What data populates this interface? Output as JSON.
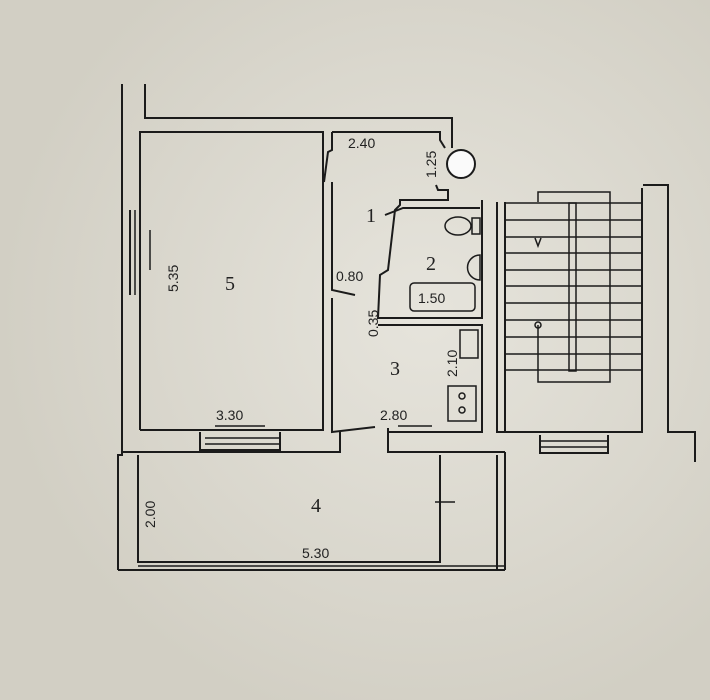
{
  "rooms": [
    {
      "number": "1"
    },
    {
      "number": "2"
    },
    {
      "number": "3"
    },
    {
      "number": "4"
    },
    {
      "number": "5"
    }
  ],
  "dimensions": {
    "room1_width": "2.40",
    "room1_depth": "1.25",
    "door_0_80": "0.80",
    "wall_0_35": "0.35",
    "bath_length": "1.50",
    "kitchen_depth": "2.10",
    "kitchen_width": "2.80",
    "room5_width": "3.30",
    "room5_depth": "5.35",
    "balcony_depth": "2.00",
    "balcony_width": "5.30"
  },
  "colors": {
    "paper": "#d9d6cc",
    "lines": "#1b1b1b"
  }
}
